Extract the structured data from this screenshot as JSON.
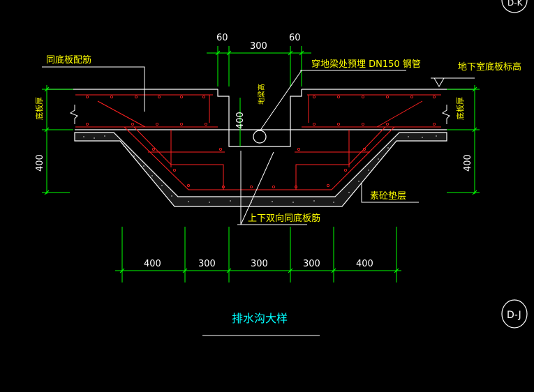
{
  "labels": {
    "slab_rebar": "同底板配筋",
    "sleeve": "穿地梁处预埋 DN150 钢管",
    "floor_elevation": "地下室底板标高",
    "slab_thickness_left": "底板厚",
    "slab_thickness_right": "底板厚",
    "beam_height": "地梁高",
    "bedding": "素砼垫层",
    "double_rebar": "上下双向同底板筋",
    "title": "排水沟大样"
  },
  "dimensions": {
    "top": [
      "60",
      "300",
      "60"
    ],
    "bottom": [
      "400",
      "300",
      "300",
      "300",
      "400"
    ],
    "left_400": "400",
    "right_400": "400",
    "channel_400": "400"
  },
  "markers": {
    "top_right": "D-K",
    "right": "D-J"
  },
  "colors": {
    "line_white": "#ffffff",
    "dim_green": "#00ff00",
    "rebar_red": "#ff2020",
    "text_yellow": "#ffff00",
    "title_cyan": "#00ffff",
    "magenta": "#ff00ff"
  }
}
